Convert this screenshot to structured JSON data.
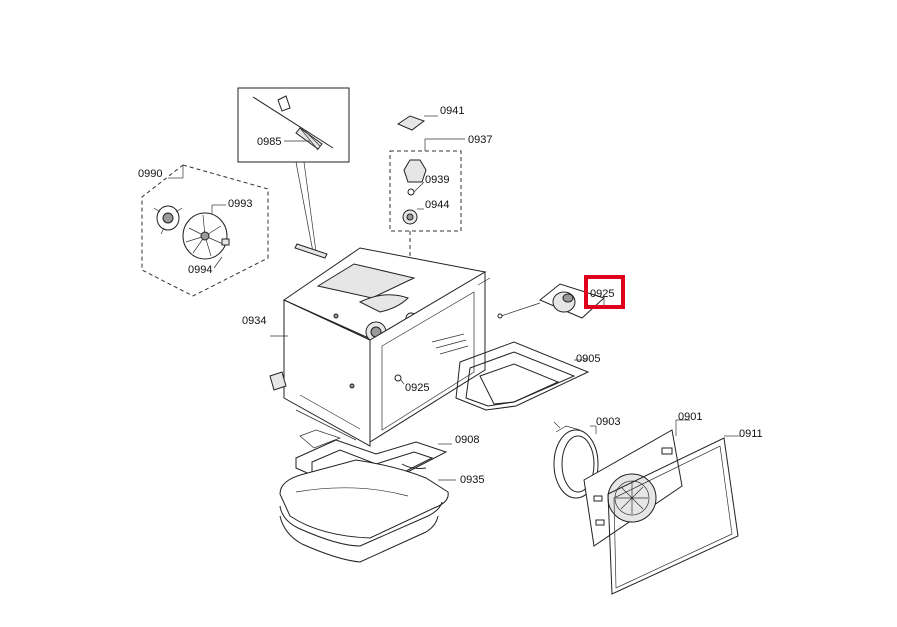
{
  "labels": {
    "p0941": "0941",
    "p0937": "0937",
    "p0939": "0939",
    "p0944": "0944",
    "p0985": "0985",
    "p0990": "0990",
    "p0993": "0993",
    "p0994": "0994",
    "p0934": "0934",
    "p0925_top": "0925",
    "p0925_mid": "0925",
    "p0905": "0905",
    "p0908": "0908",
    "p0935": "0935",
    "p0903": "0903",
    "p0901": "0901",
    "p0911": "0911"
  },
  "highlight": {
    "label": "0925",
    "color": "#e0001b"
  }
}
